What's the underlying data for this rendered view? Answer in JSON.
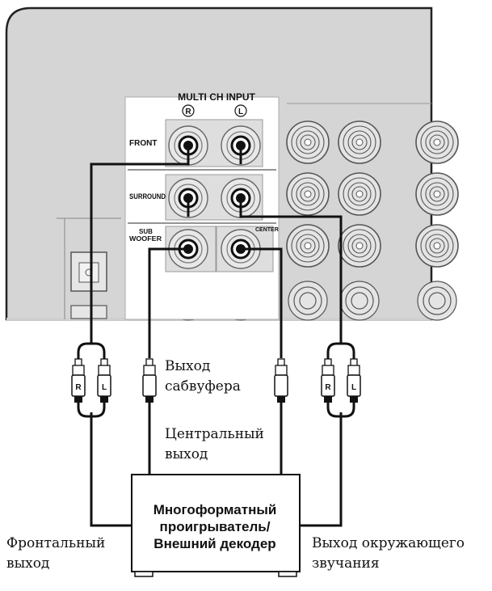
{
  "panel": {
    "title": "MULTI CH INPUT",
    "right_mark": "R",
    "left_mark": "L",
    "rows": {
      "front": "FRONT",
      "surround": "SURROUND",
      "sub_line1": "SUB",
      "sub_line2": "WOOFER",
      "center": "CENTER"
    }
  },
  "plugs": {
    "right_letter": "R",
    "left_letter": "L"
  },
  "labels": {
    "subwoofer_line1": "Выход",
    "subwoofer_line2": "сабвуфера",
    "center_line1": "Центральный",
    "center_line2": "выход",
    "front_line1": "Фронтальный",
    "front_line2": "выход",
    "surround_line1": "Выход окружающего",
    "surround_line2": "звучания"
  },
  "device": {
    "line1": "Многоформатный",
    "line2": "проигрыватель/",
    "line3": "Внешний декодер"
  },
  "colors": {
    "chassis": "#d4d4d4",
    "panel": "#ffffff",
    "jack_ring": "#b0b0b0",
    "cable": "#111111"
  }
}
